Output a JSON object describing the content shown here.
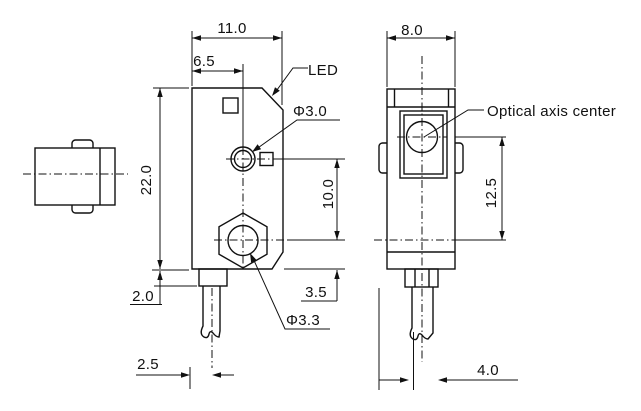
{
  "colors": {
    "line": "#111111",
    "background": "#ffffff"
  },
  "labels": {
    "led": "LED",
    "optical_axis": "Optical axis center",
    "hole_top": "Φ3.0",
    "hole_bottom": "Φ3.3"
  },
  "dims": {
    "side_width": "11.0",
    "optical_offset": "6.5",
    "side_height": "22.0",
    "hole_pitch": "10.0",
    "mount_to_bottom": "3.5",
    "gland_height": "2.0",
    "cable_offset_side": "2.5",
    "front_width": "8.0",
    "axis_to_mount": "12.5",
    "cable_offset_front": "4.0"
  }
}
